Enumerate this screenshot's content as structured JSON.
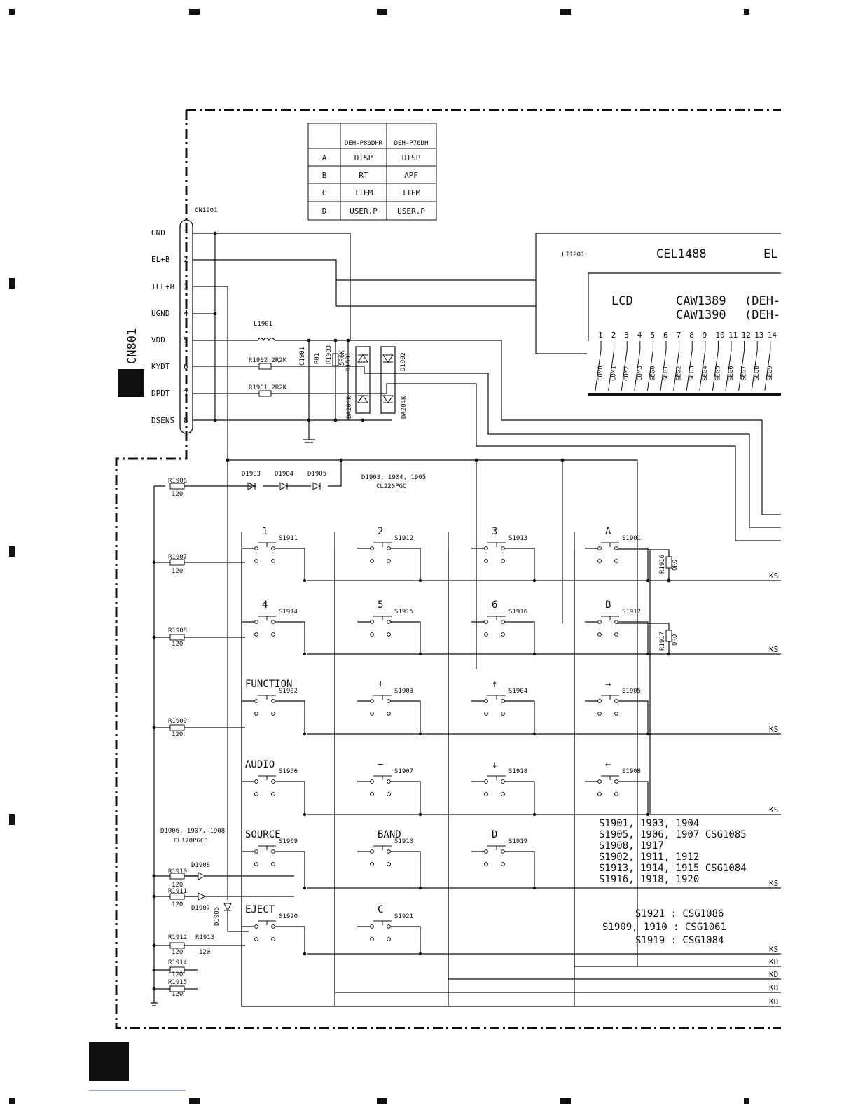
{
  "connector": {
    "ref": "CN1901",
    "mate": "CN801",
    "pins": [
      {
        "num": "1",
        "name": "GND"
      },
      {
        "num": "2",
        "name": "EL+B"
      },
      {
        "num": "3",
        "name": "ILL+B"
      },
      {
        "num": "4",
        "name": "UGND"
      },
      {
        "num": "5",
        "name": "VDD"
      },
      {
        "num": "6",
        "name": "KYDT"
      },
      {
        "num": "7",
        "name": "DPDT"
      },
      {
        "num": "8",
        "name": "DSENS"
      }
    ]
  },
  "model_table": {
    "headers": [
      "",
      "DEH-P86DHR",
      "DEH-P76DH"
    ],
    "rows": [
      [
        "A",
        "DISP",
        "DISP"
      ],
      [
        "B",
        "RT",
        "APF"
      ],
      [
        "C",
        "ITEM",
        "ITEM"
      ],
      [
        "D",
        "USER.P",
        "USER.P"
      ]
    ]
  },
  "components": {
    "L1901": "L1901",
    "R1902": "R1902 2R2K",
    "R1901": "R1901 2R2K",
    "C1901": "C1901",
    "R01": "R01",
    "R1903": "R1903",
    "R1903_val": "5R6K",
    "D1901": "D1901",
    "D1902": "D1902",
    "DA204K_a": "DA204K",
    "DA204K_b": "DA204K",
    "R1906": "R1906",
    "R1907": "R1907",
    "R1908": "R1908",
    "R1909": "R1909",
    "R1910": "R1910",
    "R1911": "R1911",
    "R1912": "R1912",
    "R1913": "R1913",
    "R1914": "R1914",
    "R1915": "R1915",
    "R1916": "R1916",
    "R1917": "R1917",
    "r120": "120",
    "r0": "0R0",
    "D1903": "D1903",
    "D1904": "D1904",
    "D1905": "D1905",
    "D1906": "D1906",
    "D1907": "D1907",
    "D1908": "D1908",
    "led_note_top": "D1903, 1904, 1905",
    "led_part_top": "CL220PGC",
    "led_note_left": "D1906, 1907, 1908",
    "led_part_left": "CL170PGCD"
  },
  "display": {
    "el_ref": "LI1901",
    "el_part": "CEL1488",
    "el_label": "EL",
    "lcd_label": "LCD",
    "lcd_part1": "CAW1389",
    "lcd_part2": "CAW1390",
    "lcd_model1": "(DEH-",
    "lcd_model2": "(DEH-",
    "pin_numbers": [
      "1",
      "2",
      "3",
      "4",
      "5",
      "6",
      "7",
      "8",
      "9",
      "10",
      "11",
      "12",
      "13",
      "14"
    ],
    "segments": [
      "COM0",
      "COM1",
      "COM2",
      "COM3",
      "SEG0",
      "SEG1",
      "SEG2",
      "SEG3",
      "SEG4",
      "SEG5",
      "SEG6",
      "SEG7",
      "SEG8",
      "SEG9"
    ]
  },
  "keys": [
    {
      "label": "1",
      "ref": "S1911"
    },
    {
      "label": "2",
      "ref": "S1912"
    },
    {
      "label": "3",
      "ref": "S1913"
    },
    {
      "label": "A",
      "ref": "S1901"
    },
    {
      "label": "4",
      "ref": "S1914"
    },
    {
      "label": "5",
      "ref": "S1915"
    },
    {
      "label": "6",
      "ref": "S1916"
    },
    {
      "label": "B",
      "ref": "S1917"
    },
    {
      "label": "FUNCTION",
      "ref": "S1902"
    },
    {
      "label": "+",
      "ref": "S1903"
    },
    {
      "label": "↑",
      "ref": "S1904"
    },
    {
      "label": "→",
      "ref": "S1905"
    },
    {
      "label": "AUDIO",
      "ref": "S1906"
    },
    {
      "label": "−",
      "ref": "S1907"
    },
    {
      "label": "↓",
      "ref": "S1918"
    },
    {
      "label": "←",
      "ref": "S1908"
    },
    {
      "label": "SOURCE",
      "ref": "S1909"
    },
    {
      "label": "BAND",
      "ref": "S1910"
    },
    {
      "label": "D",
      "ref": "S1919"
    },
    {
      "label": "EJECT",
      "ref": "S1920"
    },
    {
      "label": "C",
      "ref": "S1921"
    }
  ],
  "right_labels": [
    "KS",
    "KS",
    "KS",
    "KS",
    "KS",
    "KS",
    "KD",
    "KD",
    "KD",
    "KD"
  ],
  "switch_notes": [
    "S1901, 1903, 1904",
    "S1905, 1906, 1907  CSG1085",
    "S1908, 1917",
    "S1902, 1911, 1912",
    "S1913, 1914, 1915  CSG1084",
    "S1916, 1918, 1920",
    "S1921 : CSG1086",
    "S1909, 1910 : CSG1061",
    "S1919 : CSG1084"
  ]
}
